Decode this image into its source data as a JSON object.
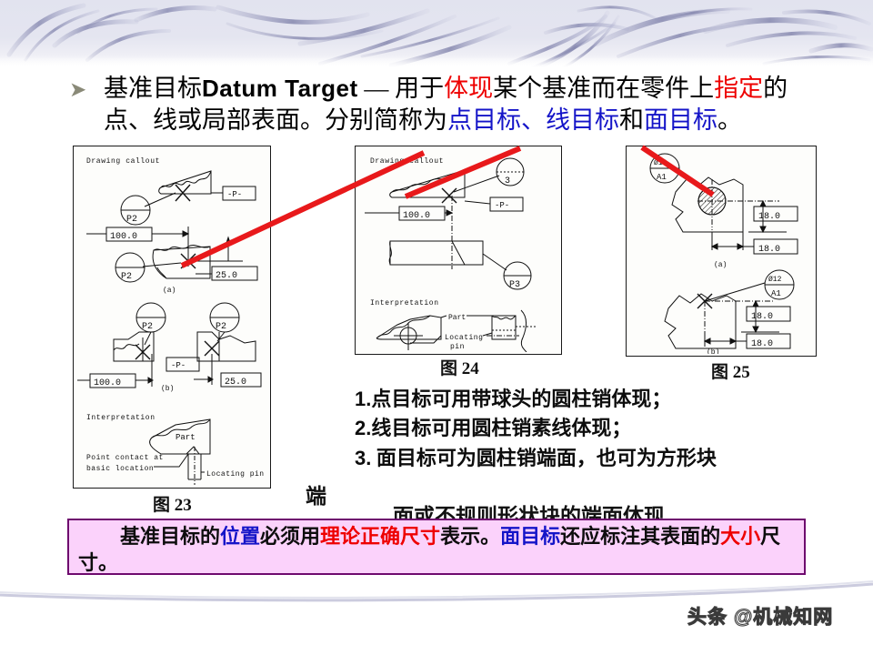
{
  "slide": {
    "bullet_icon": "arrow-bullet-icon",
    "title": {
      "line1_pre": "基准目标",
      "line1_latin": "Datum  Target",
      "line1_dash": " — ",
      "line1_a": "用于",
      "line1_red1": "体现",
      "line1_b": "某个基准而在零件上",
      "line1_red2": "指定",
      "line1_c": "的",
      "line2_a": "点、线或局部表面。分别简称为",
      "line2_blue1": "点目标、",
      "line2_blue2": "线目标",
      "line2_b": "和",
      "line2_blue3": "面目标",
      "line2_c": "。"
    }
  },
  "figures": [
    {
      "id": "fig23",
      "caption": "图 23",
      "labels": {
        "drawing_callout": "Drawing callout",
        "interpretation": "Interpretation",
        "part": "Part",
        "point_contact": "Point contact at",
        "basic_location": "basic location",
        "locating_pin": "Locating pin",
        "target_symbol": "P2",
        "datum_box": "-P-",
        "dim_100": "100.0",
        "dim_25": "25.0",
        "sub_a": "(a)",
        "sub_b": "(b)"
      }
    },
    {
      "id": "fig24",
      "caption": "图 24",
      "labels": {
        "drawing_callout": "Drawing callout",
        "interpretation": "Interpretation",
        "part": "Part",
        "locating_pin_l1": "Locating",
        "locating_pin_l2": "pin",
        "target_symbol": "P3",
        "datum_box": "-P-",
        "dim_100": "100.0"
      }
    },
    {
      "id": "fig25",
      "caption": "图 25",
      "labels": {
        "target_dia": "Ø12",
        "target_letter": "A1",
        "dim_18_v": "18.0",
        "dim_18_h": "18.0",
        "sub_a": "(a)",
        "sub_b": "(b)"
      }
    }
  ],
  "numbered_list": [
    {
      "num": "1.",
      "text": "点目标可用带球头的圆柱销体现；"
    },
    {
      "num": "2.",
      "text": "线目标可用圆柱销素线体现；"
    },
    {
      "num": "3.",
      "text": " 面目标可为圆柱销端面，也可为方形块"
    }
  ],
  "stray_text": "端",
  "clipped_text": "面或不规则形状块的端面体现",
  "callout": {
    "a": "基准目标的",
    "blue1": "位置",
    "b": "必须用",
    "red1": "理论正确尺寸",
    "c": "表示。",
    "blue2": "面目标",
    "d": "还应标注其表",
    "e": "面的",
    "red2": "大小",
    "f": "尺寸。"
  },
  "watermark": "头条 @机械知网",
  "colors": {
    "accent_red": "#ee0000",
    "accent_blue": "#1414c8",
    "callout_fill": "#fbd2fb",
    "callout_border": "#6e0a6e",
    "band": "#e2e3ef",
    "bullet": "#8a8a78"
  }
}
